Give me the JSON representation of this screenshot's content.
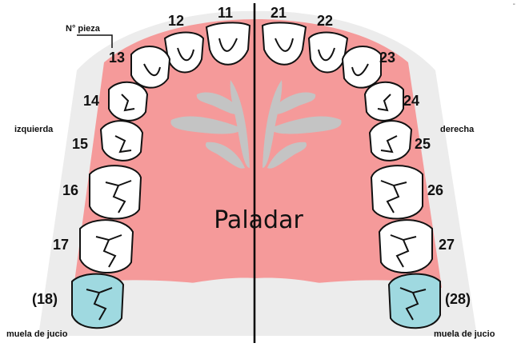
{
  "diagram": {
    "title": "Paladar",
    "left_side_label": "izquierda",
    "right_side_label": "derecha",
    "piece_label": "N° pieza",
    "wisdom_label_left": "muela de jucio",
    "wisdom_label_right": "muela de jucio",
    "teeth_left": [
      "11",
      "12",
      "13",
      "14",
      "15",
      "16",
      "17",
      "(18)"
    ],
    "teeth_right": [
      "21",
      "22",
      "23",
      "24",
      "25",
      "26",
      "27",
      "(28)"
    ],
    "corner_mark": "-",
    "colors": {
      "gum": "#f38b8b",
      "palate": "#f5a3a3",
      "bone": "#ececec",
      "tooth": "#ffffff",
      "wisdom_tooth": "#9fd9e0",
      "rugae": "#c4c4c4",
      "midline": "#000000"
    }
  }
}
